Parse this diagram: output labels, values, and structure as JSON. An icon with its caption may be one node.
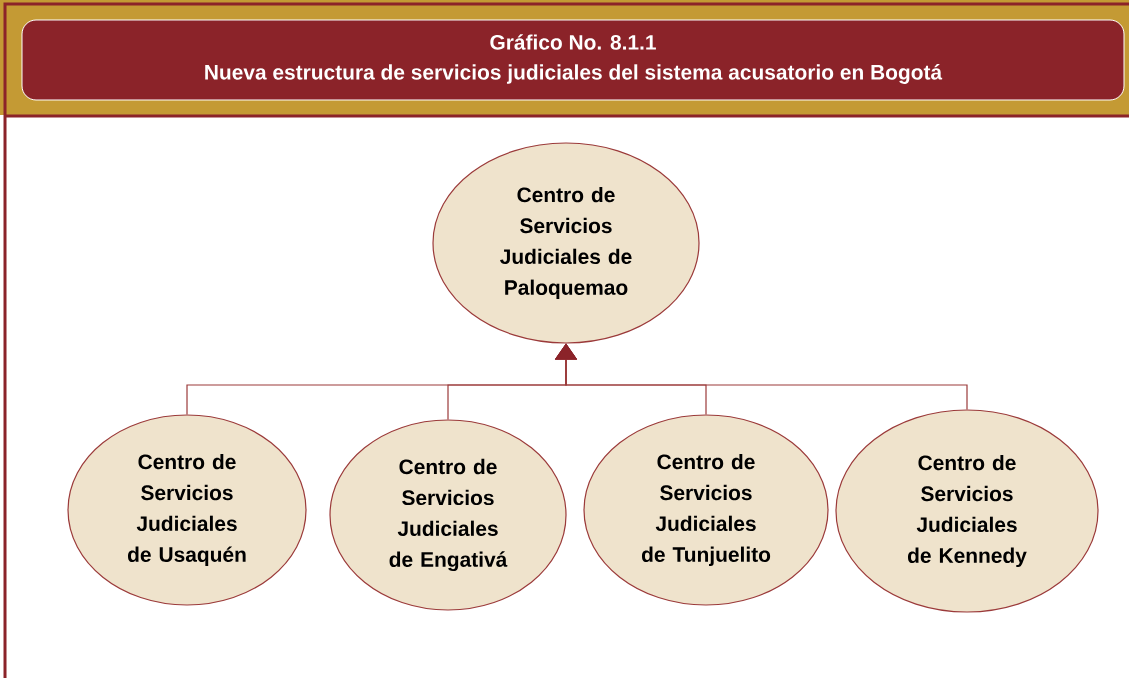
{
  "diagram": {
    "title": "Nueva estructura de servicios judiciales del sistema acusatorio en Bogotá",
    "labels": [
      "Gráfico No. 8.1.1"
    ],
    "nodes": [
      {
        "text": [
          "Centro de Servicios Judiciales de Paloquemao"
        ]
      },
      {
        "text": [
          "Centro de Servicios Judiciales de Usaquén"
        ]
      },
      {
        "text": [
          "Centro de Servicios Judiciales de Engativá"
        ]
      },
      {
        "text": [
          "Centro de Servicios Judiciales de Tunjuelito"
        ]
      },
      {
        "text": [
          "Centro de Servicios Judiciales de Kennedy"
        ]
      }
    ],
    "edges": [
      {
        "from": 1,
        "to": 0,
        "arrow": "to"
      },
      {
        "from": 2,
        "to": 0,
        "arrow": "to"
      },
      {
        "from": 3,
        "to": 0,
        "arrow": "to"
      },
      {
        "from": 4,
        "to": 0,
        "arrow": "to"
      }
    ]
  }
}
